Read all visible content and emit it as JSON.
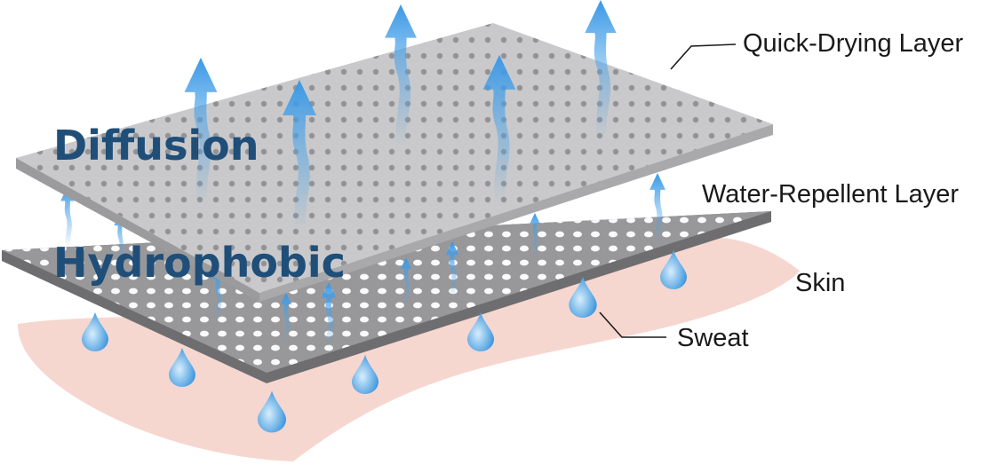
{
  "labels": {
    "quick_drying_layer": "Quick-Drying Layer",
    "water_repellent_layer": "Water-Repellent Layer",
    "skin": "Skin",
    "sweat": "Sweat",
    "diffusion": "Diffusion",
    "hydrophobic": "Hydrophobic"
  },
  "colors": {
    "accent_text": "#1f4e79",
    "arrow": "#4aa3ea",
    "skin": "#f6d7d0",
    "top_layer": "#c7c7c9",
    "bottom_layer": "#8c8c8f",
    "drop": "#54a9e6"
  },
  "icons": {
    "arrow": "upward-arrow-icon",
    "drop": "sweat-drop-icon"
  }
}
